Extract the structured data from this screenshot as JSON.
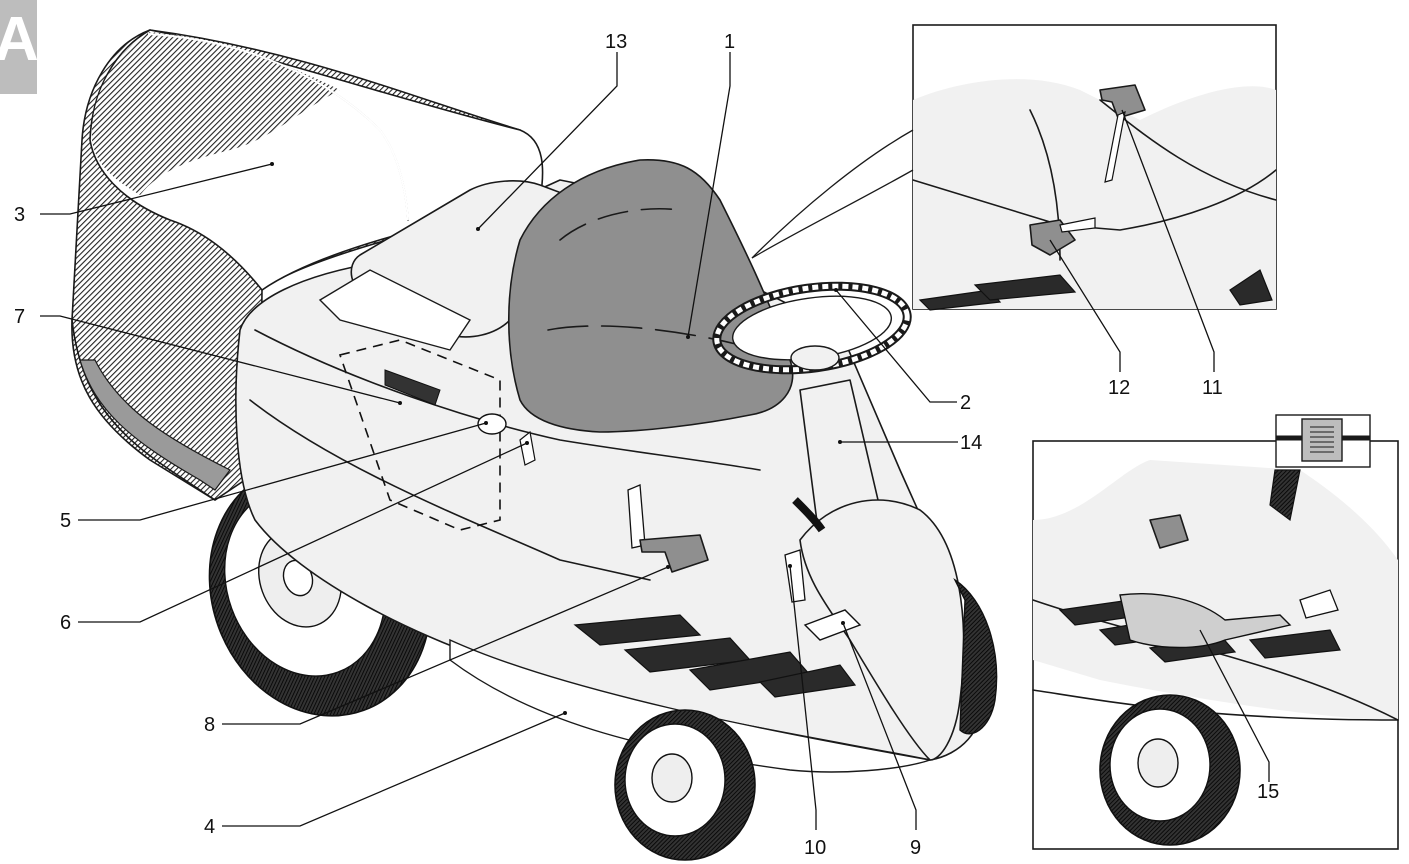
{
  "section_tag": "A",
  "callouts": {
    "c1": "1",
    "c2": "2",
    "c3": "3",
    "c4": "4",
    "c5": "5",
    "c6": "6",
    "c7": "7",
    "c8": "8",
    "c9": "9",
    "c10": "10",
    "c11": "11",
    "c12": "12",
    "c13": "13",
    "c14": "14",
    "c15": "15"
  },
  "colors": {
    "ink": "#1a1a1a",
    "seat_grey": "#8f8f8f",
    "body_fill": "#f1f1f1",
    "tag_grey": "#bdbdbd"
  }
}
